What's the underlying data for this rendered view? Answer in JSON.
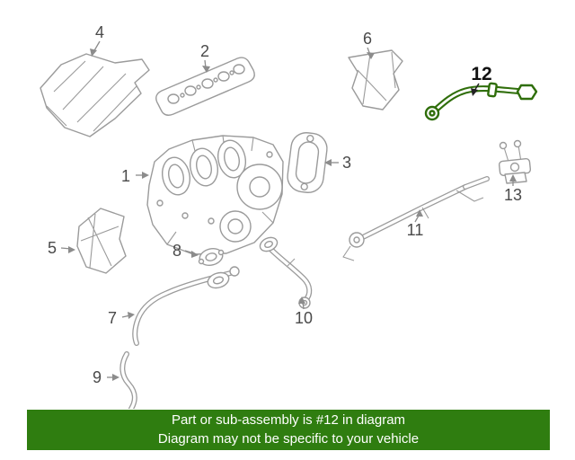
{
  "diagram": {
    "callouts": [
      {
        "num": "1"
      },
      {
        "num": "2"
      },
      {
        "num": "3"
      },
      {
        "num": "4"
      },
      {
        "num": "5"
      },
      {
        "num": "6"
      },
      {
        "num": "7"
      },
      {
        "num": "8"
      },
      {
        "num": "9"
      },
      {
        "num": "10"
      },
      {
        "num": "11"
      },
      {
        "num": "12"
      },
      {
        "num": "13"
      }
    ],
    "highlighted_part": "12"
  },
  "banner": {
    "line1": "Part or sub-assembly is #12 in diagram",
    "line2": "Diagram may not be specific to your vehicle"
  },
  "colors": {
    "line": "#9b9b9b",
    "label": "#4a4a4a",
    "label_highlight": "#111111",
    "highlight": "#2f6e0a",
    "banner_bg": "#2f7d10",
    "banner_text": "#ffffff"
  }
}
